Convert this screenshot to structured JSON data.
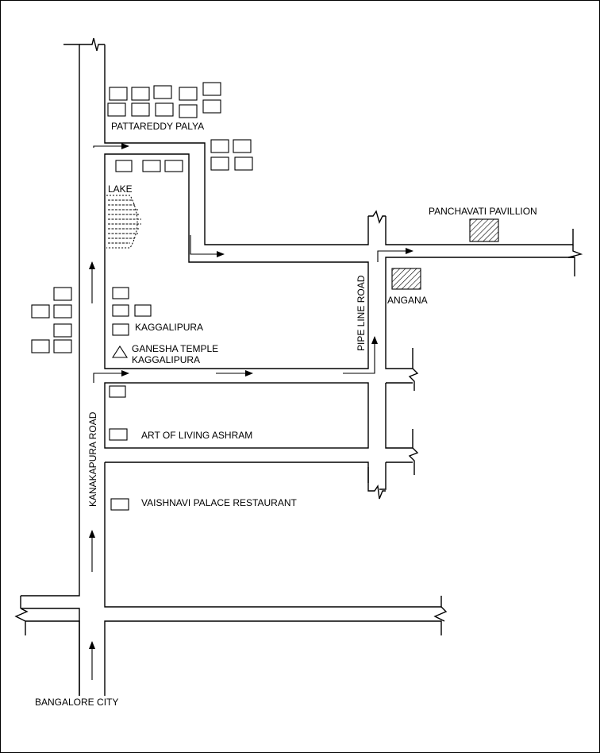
{
  "labels": {
    "pattareddy_palya": "PATTAREDDY PALYA",
    "lake": "LAKE",
    "panchavati_pavillion": "PANCHAVATI  PAVILLION",
    "angana": "ANGANA",
    "pipe_line_road": "PIPE LINE ROAD",
    "kaggalipura": "KAGGALIPURA",
    "ganesha_temple_line1": "GANESHA TEMPLE",
    "ganesha_temple_line2": "KAGGALIPURA",
    "kanakapura_road": "KANAKAPURA ROAD",
    "art_of_living": "ART OF LIVING ASHRAM",
    "vaishnavi_palace": "VAISHNAVI PALACE RESTAURANT",
    "bangalore_city": "BANGALORE CITY"
  },
  "colors": {
    "ink": "#000000",
    "paper": "#ffffff"
  }
}
